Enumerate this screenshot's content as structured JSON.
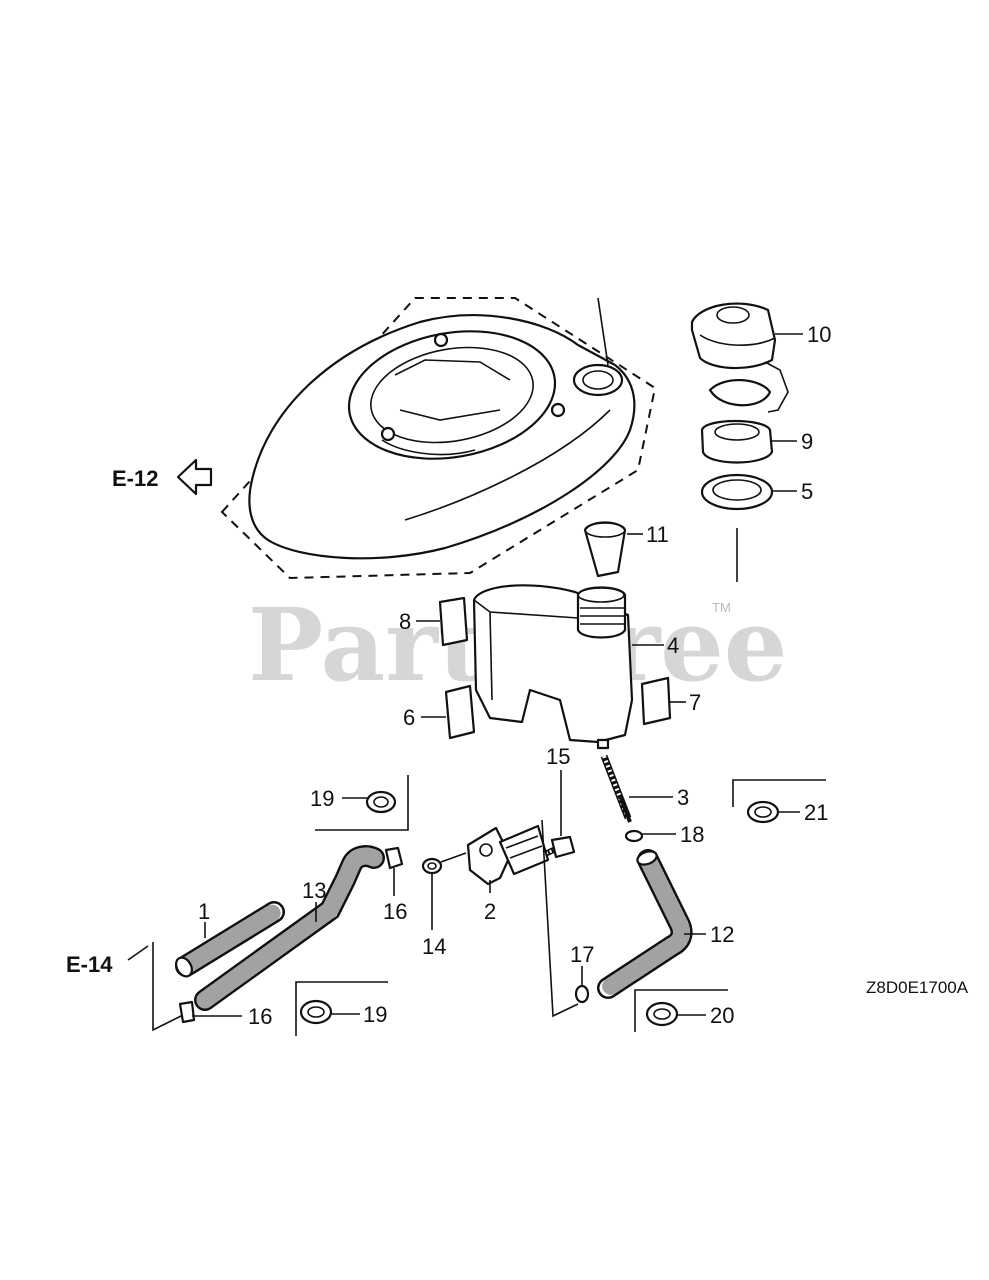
{
  "diagram": {
    "diagram_code": "Z8D0E1700A",
    "watermark": "PartsTree",
    "watermark_tm": "TM",
    "references": {
      "e12": "E-12",
      "e14": "E-14"
    },
    "callouts": {
      "c1": "1",
      "c2": "2",
      "c3": "3",
      "c4": "4",
      "c5": "5",
      "c6": "6",
      "c7": "7",
      "c8": "8",
      "c9": "9",
      "c10": "10",
      "c11": "11",
      "c12": "12",
      "c13": "13",
      "c14": "14",
      "c15": "15",
      "c16a": "16",
      "c16b": "16",
      "c17": "17",
      "c18": "18",
      "c19a": "19",
      "c19b": "19",
      "c20": "20",
      "c21": "21"
    }
  }
}
